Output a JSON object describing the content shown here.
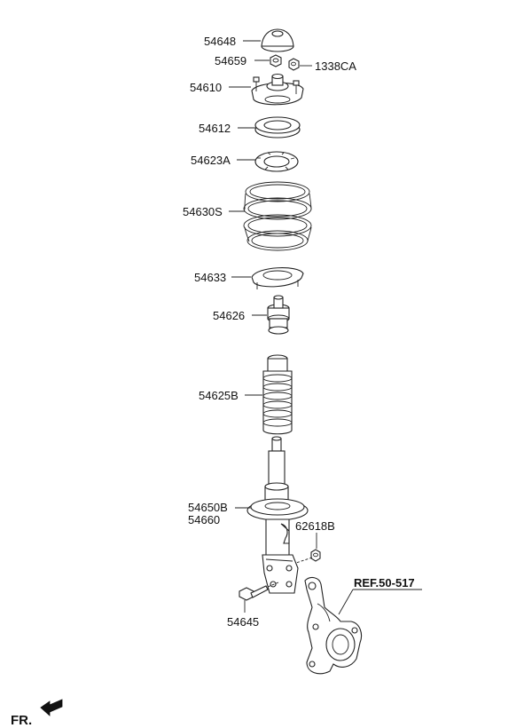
{
  "labels": {
    "p54648": "54648",
    "p54659": "54659",
    "p1338ca": "1338CA",
    "p54610": "54610",
    "p54612": "54612",
    "p54623a": "54623A",
    "p54630s": "54630S",
    "p54633": "54633",
    "p54626": "54626",
    "p54625b": "54625B",
    "p54650b": "54650B",
    "p54660": "54660",
    "p62618b": "62618B",
    "ref": "REF.50-517",
    "p54645": "54645",
    "front": "FR."
  },
  "icons": {
    "front_arrow": "front-direction-arrow-icon"
  }
}
